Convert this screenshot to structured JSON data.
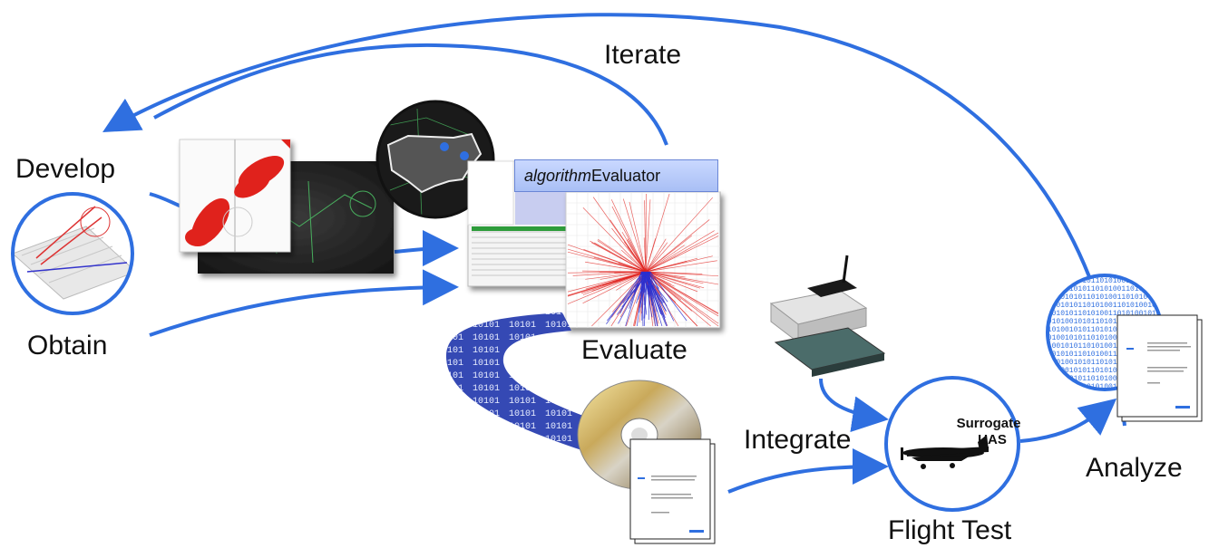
{
  "labels": {
    "iterate": "Iterate",
    "develop": "Develop",
    "obtain": "Obtain",
    "evaluate": "Evaluate",
    "integrate": "Integrate",
    "analyze": "Analyze",
    "flight_test": "Flight Test"
  },
  "evaluator_bar": {
    "italic": "algorithm",
    "regular": "Evaluator"
  },
  "surrogate": {
    "line1": "Surrogate",
    "line2": "UAS"
  },
  "colors": {
    "arrow": "#2f6fe0",
    "circle": "#2f6fe0",
    "red": "#e0221e",
    "blue": "#2a2fd0"
  }
}
